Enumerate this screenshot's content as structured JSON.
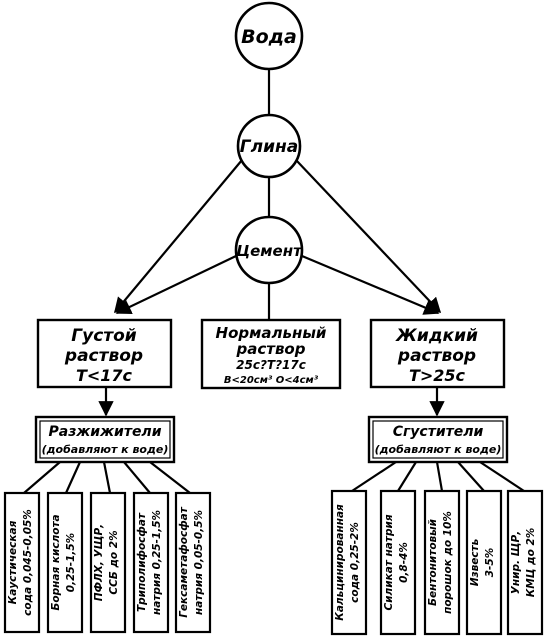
{
  "circles": {
    "water": "Вода",
    "clay": "Глина",
    "cement": "Цемент"
  },
  "solutions": {
    "thick": [
      "Густой",
      "раствор",
      "T<17c"
    ],
    "normal": [
      "Нормальный",
      "раствор",
      "25c?T?17c",
      "B<20см³ O<4см³"
    ],
    "thin": [
      "Жидкий",
      "раствор",
      "T>25c"
    ]
  },
  "agents": {
    "thinners": [
      "Разжижители",
      "(добавляют к воде)"
    ],
    "thickeners": [
      "Сгустители",
      "(добавляют к воде)"
    ]
  },
  "thinner_items": [
    [
      "Каустическая",
      "сода 0,045-0,05%"
    ],
    [
      "Борная кислота",
      "0,25-1,5%"
    ],
    [
      "ПФЛХ, УЩР,",
      "ССБ до 2%"
    ],
    [
      "Триполифосфат",
      "натрия 0,25-1,5%"
    ],
    [
      "Гексаметафосфат",
      "натрия 0,05-0,5%"
    ]
  ],
  "thickener_items": [
    [
      "Кальцинированная",
      "сода 0,25-2%"
    ],
    [
      "Силикат натрия",
      "0,8-4%"
    ],
    [
      "Бентонитовый",
      "порошок до 10%"
    ],
    [
      "Известь",
      "3-5%"
    ],
    [
      "Унир. ЩР,",
      "КМЦ до 2%"
    ]
  ],
  "colors": {
    "ink": "#000000",
    "paper": "#ffffff"
  }
}
